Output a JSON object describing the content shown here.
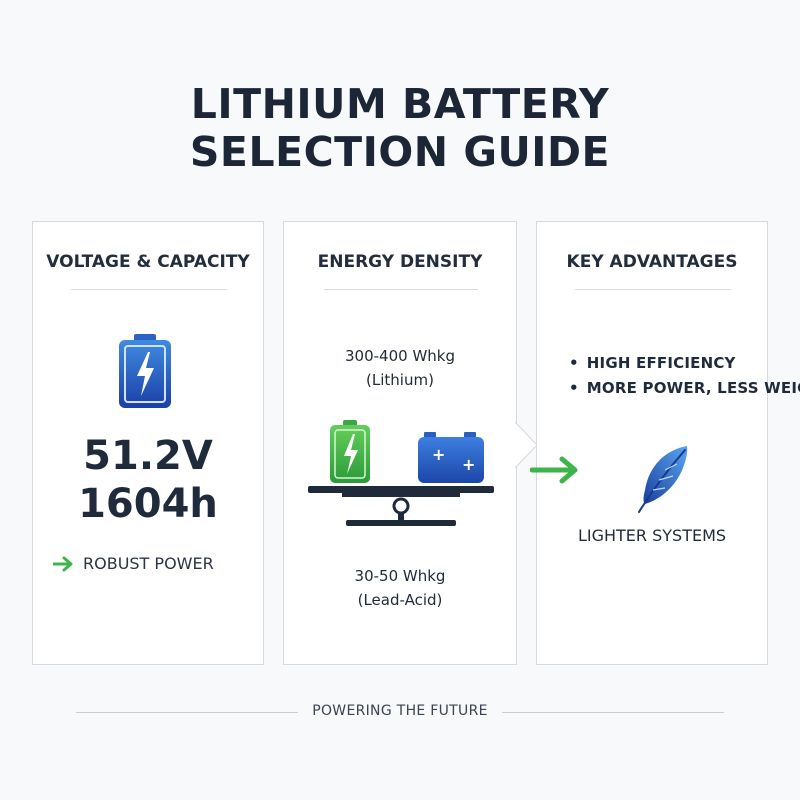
{
  "title": {
    "line1": "LITHIUM BATTERY",
    "line2": "SELECTION GUIDE"
  },
  "cards": {
    "voltage": {
      "title": "VOLTAGE & CAPACITY",
      "voltage_value": "51.2V",
      "capacity_value": "1604h",
      "note": "ROBUST POWER",
      "icon": "battery-charging-icon"
    },
    "density": {
      "title": "ENERGY DENSITY",
      "lithium_value": "300-400 Whkg",
      "lithium_label": "(Lithium)",
      "lead_value": "30-50 Whkg",
      "lead_label": "(Lead-Acid)",
      "icons": [
        "lithium-battery-icon",
        "lead-acid-battery-icon",
        "scale-icon"
      ]
    },
    "advantages": {
      "title": "KEY ADVANTAGES",
      "items": [
        "HIGH EFFICIENCY",
        "MORE POWER, LESS WEIGHT"
      ],
      "bullet": "•",
      "footer_label": "LIGHTER SYSTEMS",
      "icon": "feather-icon"
    }
  },
  "footer": {
    "text": "POWERING THE FUTURE"
  },
  "colors": {
    "accent_green": "#3db54a",
    "accent_blue": "#1f5bbf",
    "text_dark": "#1f2a3a"
  }
}
